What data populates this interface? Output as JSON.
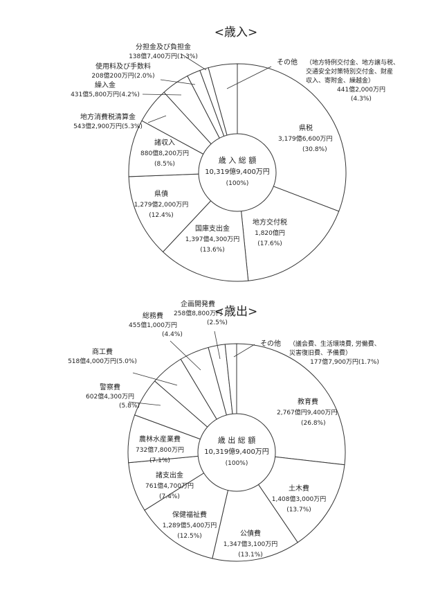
{
  "chart_data": [
    {
      "type": "pie",
      "title": "<歳入>",
      "center": {
        "title": "歳 入 総 額",
        "amount": "10,319億9,400万円",
        "pct": "(100%)"
      },
      "slices": [
        {
          "name": "県税",
          "amount": "3,179億6,600万円",
          "pct_label": "(30.8%)",
          "value": 30.8
        },
        {
          "name": "地方交付税",
          "amount": "1,820億円",
          "pct_label": "(17.6%)",
          "value": 17.6
        },
        {
          "name": "国庫支出金",
          "amount": "1,397億4,300万円",
          "pct_label": "(13.6%)",
          "value": 13.6
        },
        {
          "name": "県債",
          "amount": "1,279億2,000万円",
          "pct_label": "(12.4%)",
          "value": 12.4
        },
        {
          "name": "諸収入",
          "amount": "880億8,200万円",
          "pct_label": "(8.5%)",
          "value": 8.5
        },
        {
          "name": "地方消費税清算金",
          "amount": "543億2,900万円",
          "pct_label": "(5.3%)",
          "value": 5.3
        },
        {
          "name": "繰入金",
          "amount": "431億5,800万円",
          "pct_label": "(4.2%)",
          "value": 4.2
        },
        {
          "name": "使用料及び手数料",
          "amount": "208億200万円",
          "pct_label": "(2.0%)",
          "value": 2.0
        },
        {
          "name": "分担金及び負担金",
          "amount": "138億7,400万円",
          "pct_label": "(1.3%)",
          "value": 1.3
        },
        {
          "name": "その他",
          "amount": "441億2,000万円",
          "pct_label": "(4.3%)",
          "value": 4.3,
          "note_lines": [
            "（地方特例交付金、地方譲与税、",
            "交通安全対策特別交付金、財産",
            "収入、寄附金、繰越金）"
          ]
        }
      ]
    },
    {
      "type": "pie",
      "title": "<歳出>",
      "center": {
        "title": "歳 出 総 額",
        "amount": "10,319億9,400万円",
        "pct": "(100%)"
      },
      "slices": [
        {
          "name": "教育費",
          "amount": "2,767億円9,400万円",
          "pct_label": "(26.8%)",
          "value": 26.8
        },
        {
          "name": "土木費",
          "amount": "1,408億3,000万円",
          "pct_label": "(13.7%)",
          "value": 13.7
        },
        {
          "name": "公債費",
          "amount": "1,347億3,100万円",
          "pct_label": "(13.1%)",
          "value": 13.1
        },
        {
          "name": "保健福祉費",
          "amount": "1,289億5,400万円",
          "pct_label": "(12.5%)",
          "value": 12.5
        },
        {
          "name": "諸支出金",
          "amount": "761億4,700万円",
          "pct_label": "(7.4%)",
          "value": 7.4
        },
        {
          "name": "農林水産業費",
          "amount": "732億7,800万円",
          "pct_label": "(7.1%)",
          "value": 7.1
        },
        {
          "name": "警察費",
          "amount": "602億4,300万円",
          "pct_label": "(5.8%)",
          "value": 5.8
        },
        {
          "name": "商工費",
          "amount": "518億4,000万円(5.0%)",
          "pct_label": "",
          "value": 5.0
        },
        {
          "name": "総務費",
          "amount": "455億1,000万円",
          "pct_label": "(4.4%)",
          "value": 4.4
        },
        {
          "name": "企画開発費",
          "amount": "258億8,800万円",
          "pct_label": "(2.5%)",
          "value": 2.5
        },
        {
          "name": "その他",
          "amount": "177億7,900万円(1.7%)",
          "pct_label": "",
          "value": 1.7,
          "note_lines": [
            "（議会費、生活環境費, 労働費、",
            "災害復旧費、予備費）"
          ]
        }
      ]
    }
  ]
}
